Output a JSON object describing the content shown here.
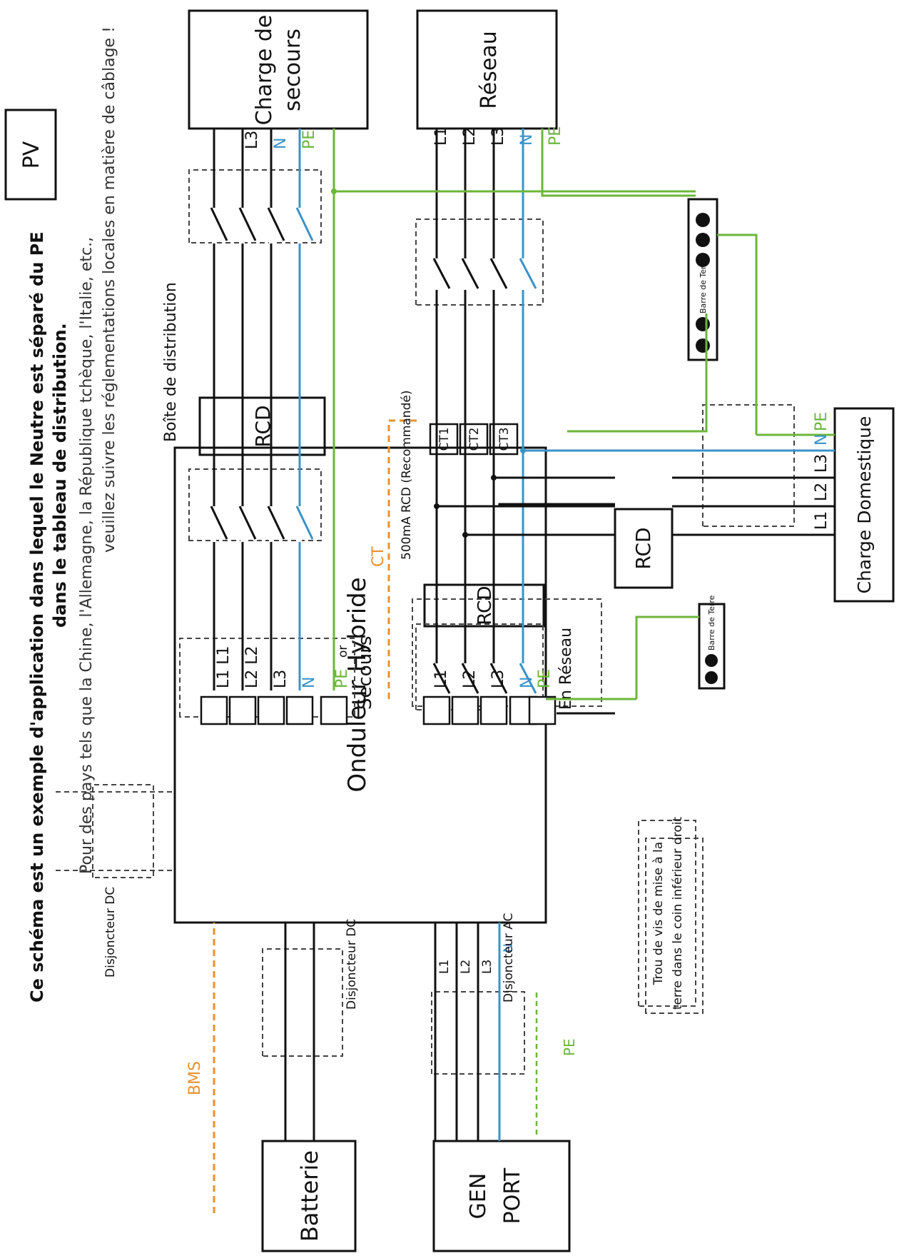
{
  "notes": {
    "title_line1": "Ce schéma est un exemple d'application dans lequel le Neutre est séparé du PE",
    "title_line2": "dans le tableau de distribution.",
    "body_line1": "Pour des pays tels que la Chine, l'Allemagne, la République tchèque, l'Italie, etc.,",
    "body_line2": "veuillez suivre les réglementations locales en matière de câblage !"
  },
  "boxes": {
    "pv": "PV",
    "inverter": "Onduleur Hybride",
    "battery": "Batterie",
    "gen_port_line1": "GEN",
    "gen_port_line2": "PORT",
    "backup_load_line1": "Charge de",
    "backup_load_line2": "secours",
    "grid": "Réseau",
    "home_load": "Charge Domestique",
    "rcd": "RCD",
    "ct1": "CT1",
    "ct2": "CT2",
    "ct3": "CT3",
    "earth_bar": "Barre de Terre"
  },
  "labels": {
    "distribution_box": "Boîte de distribution",
    "dc_breaker": "Disjoncteur DC",
    "ac_breaker": "Disjoncteur AC",
    "bms": "BMS",
    "ct": "CT",
    "rcd_500": "500mA RCD (Recommandé)",
    "backup_port": "Secours",
    "grid_port": "En Réseau",
    "or": "or",
    "ground_screw_line1": "Trou de vis de mise à la",
    "ground_screw_line2": "terre dans le coin inférieur droit"
  },
  "wires": {
    "l1": "L1",
    "l2": "L2",
    "l3": "L3",
    "n": "N",
    "pe": "PE",
    "l1l1": "L1 L1",
    "l2l2": "L2 L2"
  },
  "colors": {
    "line": "#111111",
    "neutral": "#3a93c8",
    "earth": "#6cb63a",
    "signal": "#e8912f",
    "dash": "#444444"
  }
}
